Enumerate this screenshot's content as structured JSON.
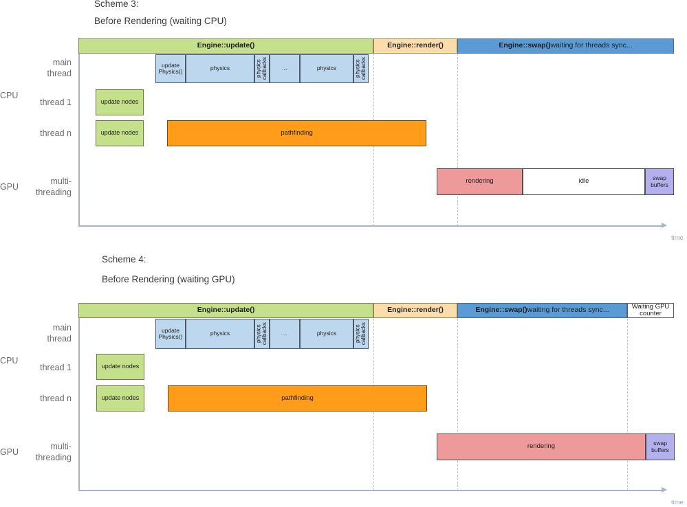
{
  "schemes": [
    {
      "id": "scheme3",
      "title": "Scheme 3:",
      "subtitle": "Before Rendering (waiting CPU)",
      "axis": {
        "time_label": "time"
      },
      "groups": [
        {
          "label": "CPU"
        },
        {
          "label": "GPU"
        }
      ],
      "rows": [
        {
          "label": "main\nthread"
        },
        {
          "label": "thread 1"
        },
        {
          "label": "thread n"
        },
        {
          "label": "multi-\nthreading"
        }
      ],
      "phases": [
        {
          "name": "Engine::update()",
          "suffix": "",
          "color": "#c5e08a"
        },
        {
          "name": "Engine::render()",
          "suffix": "",
          "color": "#fbddab"
        },
        {
          "name": "Engine::swap()",
          "suffix": " waiting for threads sync...",
          "color": "#5b9bd5"
        }
      ],
      "main_thread_blocks": [
        {
          "label": "update\nPhysics()",
          "orient": "horizontal"
        },
        {
          "label": "physics",
          "orient": "horizontal"
        },
        {
          "label": "physics\ncallbacks",
          "orient": "vertical"
        },
        {
          "label": "...",
          "orient": "horizontal"
        },
        {
          "label": "physics",
          "orient": "horizontal"
        },
        {
          "label": "physics\ncallbacks",
          "orient": "vertical"
        }
      ],
      "thread1_blocks": [
        {
          "label": "update nodes",
          "color": "#c5e08a"
        }
      ],
      "threadn_blocks": [
        {
          "label": "update nodes",
          "color": "#c5e08a"
        },
        {
          "label": "pathfinding",
          "color": "#ff9c1a"
        }
      ],
      "gpu_blocks": [
        {
          "label": "rendering",
          "color": "#ef9a9a"
        },
        {
          "label": "idle",
          "color": "#ffffff"
        },
        {
          "label": "swap\nbuffers",
          "color": "#b4b0ee"
        }
      ]
    },
    {
      "id": "scheme4",
      "title": "Scheme 4:",
      "subtitle": "Before Rendering (waiting GPU)",
      "axis": {
        "time_label": "time"
      },
      "groups": [
        {
          "label": "CPU"
        },
        {
          "label": "GPU"
        }
      ],
      "rows": [
        {
          "label": "main\nthread"
        },
        {
          "label": "thread 1"
        },
        {
          "label": "thread n"
        },
        {
          "label": "multi-\nthreading"
        }
      ],
      "phases": [
        {
          "name": "Engine::update()",
          "suffix": "",
          "color": "#c5e08a"
        },
        {
          "name": "Engine::render()",
          "suffix": "",
          "color": "#fbddab"
        },
        {
          "name": "Engine::swap()",
          "suffix": " waiting for threads sync...",
          "color": "#5b9bd5"
        },
        {
          "name": "Waiting GPU\ncounter",
          "suffix": "",
          "color": "#ffffff"
        }
      ],
      "main_thread_blocks": [
        {
          "label": "update\nPhysics()",
          "orient": "horizontal"
        },
        {
          "label": "physics",
          "orient": "horizontal"
        },
        {
          "label": "physics\ncallbacks",
          "orient": "vertical"
        },
        {
          "label": "...",
          "orient": "horizontal"
        },
        {
          "label": "physics",
          "orient": "horizontal"
        },
        {
          "label": "physics\ncallbacks",
          "orient": "vertical"
        }
      ],
      "thread1_blocks": [
        {
          "label": "update nodes",
          "color": "#c5e08a"
        }
      ],
      "threadn_blocks": [
        {
          "label": "update nodes",
          "color": "#c5e08a"
        },
        {
          "label": "pathfinding",
          "color": "#ff9c1a"
        }
      ],
      "gpu_blocks": [
        {
          "label": "rendering",
          "color": "#ef9a9a"
        },
        {
          "label": "swap\nbuffers",
          "color": "#b4b0ee"
        }
      ]
    }
  ],
  "colors": {
    "update_green": "#c5e08a",
    "render_orange": "#fbddab",
    "swap_blue": "#5b9bd5",
    "physics_blue": "#bdd7ee",
    "pathfinding_orange": "#ff9c1a",
    "rendering_pink": "#ef9a9a",
    "swapbuffers_purple": "#b4b0ee",
    "axis_gray": "#a9b3cc",
    "guide_gray": "#b9c0d4"
  }
}
